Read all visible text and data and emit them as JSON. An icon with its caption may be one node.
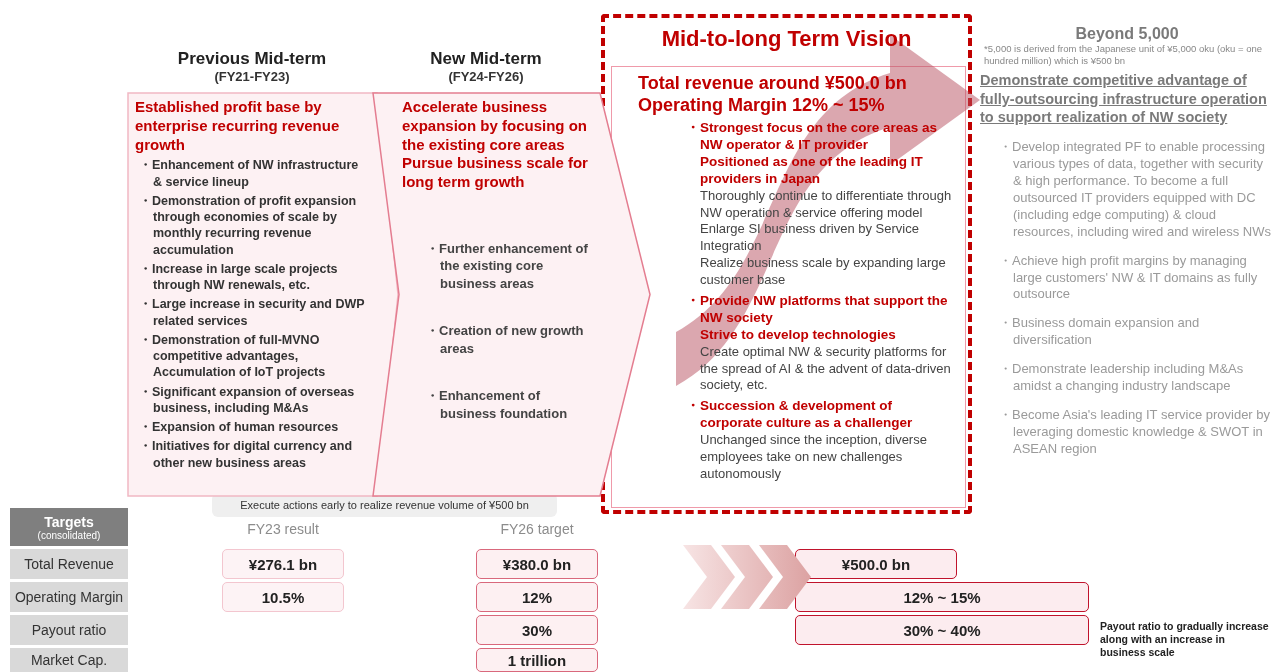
{
  "diagram": {
    "nodes": [
      {
        "text": [
          "Previous Mid-term",
          "(FY21-FY23)",
          "Established profit base by enterprise recurring revenue growth",
          "・Enhancement of NW infrastructure & service lineup",
          "・Demonstration of profit expansion through economies of scale by monthly recurring revenue accumulation",
          "・Increase in large scale projects through NW renewals, etc.",
          "・Large increase in security and DWP related services",
          "・Demonstration of full-MVNO competitive advantages, Accumulation of IoT projects",
          "・Significant expansion of overseas business, including M&As",
          "・Expansion of human resources",
          "・Initiatives for digital currency and other new business areas"
        ]
      },
      {
        "text": [
          "New Mid-term",
          "(FY24-FY26)",
          "Accelerate business expansion by focusing on the existing core areas",
          "Pursue business scale for long term growth",
          "・Further enhancement of the existing core business areas",
          "・Creation of new growth areas",
          "・Enhancement of business foundation"
        ]
      },
      {
        "text": [
          "Mid-to-long Term Vision"
        ]
      },
      {
        "text": [
          "Total revenue around ¥500.0 bn",
          "Operating Margin 12% ~ 15%",
          "・Strongest focus on the core areas as NW operator & IT provider",
          "Positioned as one of the leading IT providers in Japan",
          "Thoroughly continue to differentiate through NW operation & service offering model",
          "Enlarge SI business driven by Service Integration",
          "Realize business scale by expanding large customer base",
          "・Provide NW platforms that support the NW society",
          "Strive to develop technologies",
          "Create optimal NW & security platforms for the spread of AI & the advent of data-driven society, etc.",
          "・Succession & development of corporate culture as a challenger",
          "Unchanged since the inception, diverse employees take on new challenges autonomously"
        ],
        "in": 2
      },
      {
        "text": [
          "Beyond 5,000",
          "*5,000 is derived from the Japanese unit of ¥5,000 oku (oku = one hundred million) which is ¥500 bn",
          "Demonstrate competitive advantage of fully-outsourcing infrastructure operation to support realization of NW society",
          "・Develop integrated PF to enable processing various types of data, together with security & high performance. To become a full outsourced IT providers equipped with DC (including edge computing) & cloud resources, including wired and wireless NWs",
          "・Achieve high profit margins by managing large customers' NW & IT domains as fully outsource",
          "・Business domain expansion and diversification",
          "・Demonstrate leadership including M&As amidst a changing industry landscape",
          "・Become Asia's leading IT service provider by leveraging domestic knowledge & SWOT in ASEAN region"
        ]
      },
      {
        "text": [
          "Execute actions early to realize revenue volume of ¥500 bn"
        ]
      },
      {
        "text": [
          "Targets",
          "(consolidated)"
        ]
      },
      {
        "text": [
          "Total Revenue"
        ]
      },
      {
        "text": [
          "Operating Margin"
        ]
      },
      {
        "text": [
          "Payout ratio"
        ]
      },
      {
        "text": [
          "Market Cap."
        ]
      },
      {
        "text": [
          "¥276.1 bn"
        ]
      },
      {
        "text": [
          "10.5%"
        ]
      },
      {
        "text": [
          "¥380.0 bn"
        ]
      },
      {
        "text": [
          "12%"
        ]
      },
      {
        "text": [
          "30%"
        ]
      },
      {
        "text": [
          "1 trillion"
        ]
      },
      {
        "text": [
          "¥500.0 bn"
        ]
      },
      {
        "text": [
          "12% ~ 15%"
        ]
      },
      {
        "text": [
          "30% ~ 40%"
        ],
        "beside": [
          "Payout ratio to gradually increase along with an increase in business scale"
        ]
      }
    ],
    "edges": [
      {
        "from": 2,
        "to": 4,
        "arrow": "to"
      },
      {
        "from": 13,
        "to": 17,
        "arrow": "to"
      }
    ],
    "labels": [
      "FY23 result",
      "FY26 target"
    ]
  }
}
